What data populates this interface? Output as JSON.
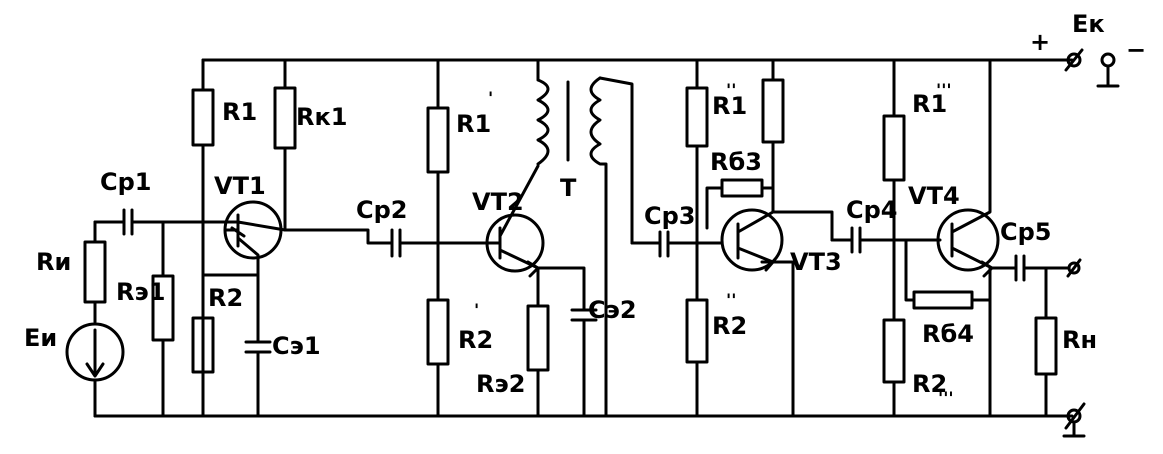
{
  "labels": {
    "plus": "+",
    "minus": "−",
    "ek": "Ек",
    "ru": "Rи",
    "eu": "Eи",
    "cp1": "Cр1",
    "vt1": "VT1",
    "r1": "R1",
    "rk1": "Rк1",
    "re1": "Rэ1",
    "r2": "R2",
    "ce1": "Cэ1",
    "cp2": "Cр2",
    "r1p": "R1",
    "r1p_mark": "'",
    "vt2": "VT2",
    "r2p": "R2",
    "r2p_mark": "'",
    "re2": "Rэ2",
    "ce2": "Cэ2",
    "t": "T",
    "cp3": "Cр3",
    "r1pp": "R1",
    "r1pp_mark": "''",
    "rb3": "Rб3",
    "vt3": "VT3",
    "r2pp": "R2",
    "r2pp_mark": "''",
    "cp4": "Cр4",
    "r1ppp": "R1",
    "r1ppp_mark": "'''",
    "vt4": "VT4",
    "cp5": "Cр5",
    "rb4": "Rб4",
    "r2ppp": "R2",
    "r2ppp_mark": "'''",
    "rn": "Rн"
  }
}
